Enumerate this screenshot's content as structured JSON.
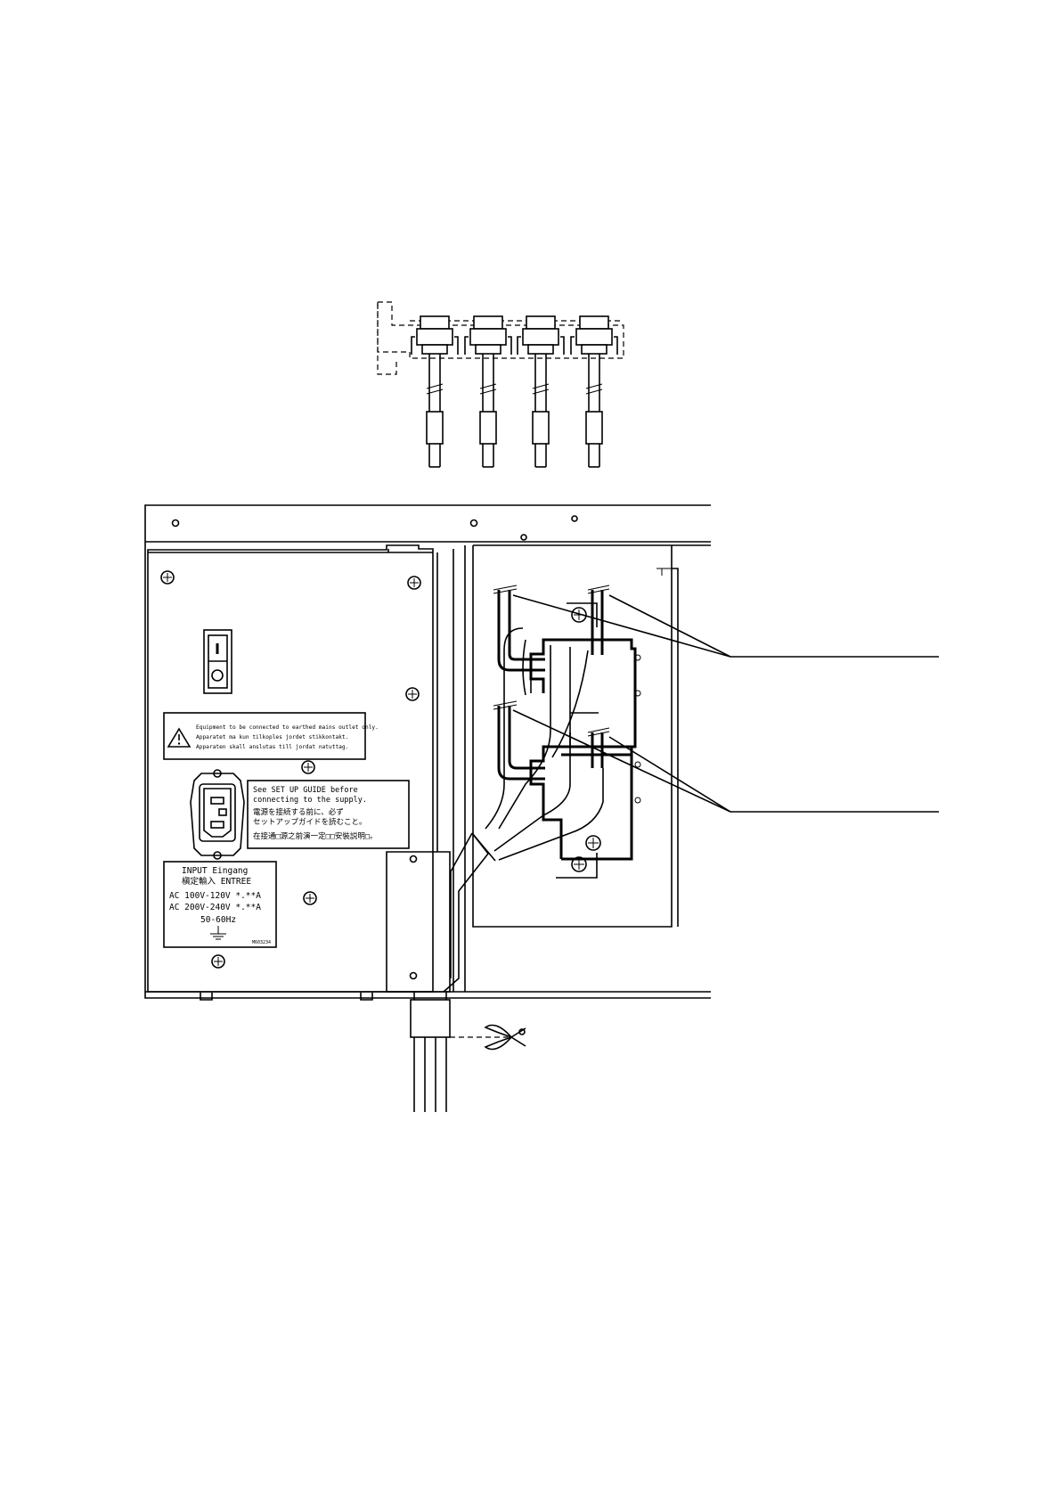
{
  "warning_label": {
    "lines": [
      "Equipment to be connected to earthed mains outlet only.",
      "Apparatet ma kun tilkoples jordet stikkontakt.",
      "Apparaten skall anslutas till jordat natuttag."
    ]
  },
  "setup_label": {
    "lines": [
      "See SET UP GUIDE before",
      "connecting to the supply.",
      "電源を接続する前に、必ず",
      "セットアップガイドを読むこと。",
      "在接通□源之前演一定□□安裝説明□。"
    ]
  },
  "rating_label": {
    "lines": [
      "INPUT   Eingang",
      "槇定輸入  ENTREE",
      "AC 100V-120V *.**A",
      "AC 200V-240V *.**A",
      "50-60Hz"
    ],
    "code": "M603234"
  }
}
